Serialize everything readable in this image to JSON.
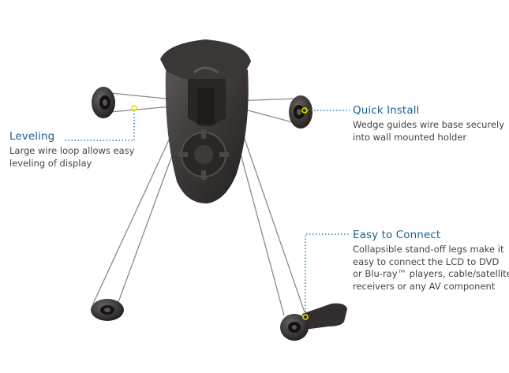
{
  "callouts": {
    "leveling": {
      "title": "Leveling",
      "lines": [
        "Large wire loop allows easy",
        "leveling of display"
      ]
    },
    "quick_install": {
      "title": "Quick Install",
      "lines": [
        "Wedge guides wire base securely",
        "into wall mounted holder"
      ]
    },
    "easy_connect": {
      "title": "Easy to Connect",
      "lines": [
        "Collapsible stand-off legs make it",
        "easy to connect the LCD to DVD",
        "or Blu-ray™ players, cable/satellite",
        "receivers or any AV component"
      ]
    }
  },
  "colors": {
    "callout_title": "#1a5f8f",
    "leader_line": "#2a7fa8",
    "marker": "#e6e000",
    "holder_dark": "#2e2b2b",
    "holder_mid": "#4a4646",
    "wire": "#8a8a8a"
  }
}
